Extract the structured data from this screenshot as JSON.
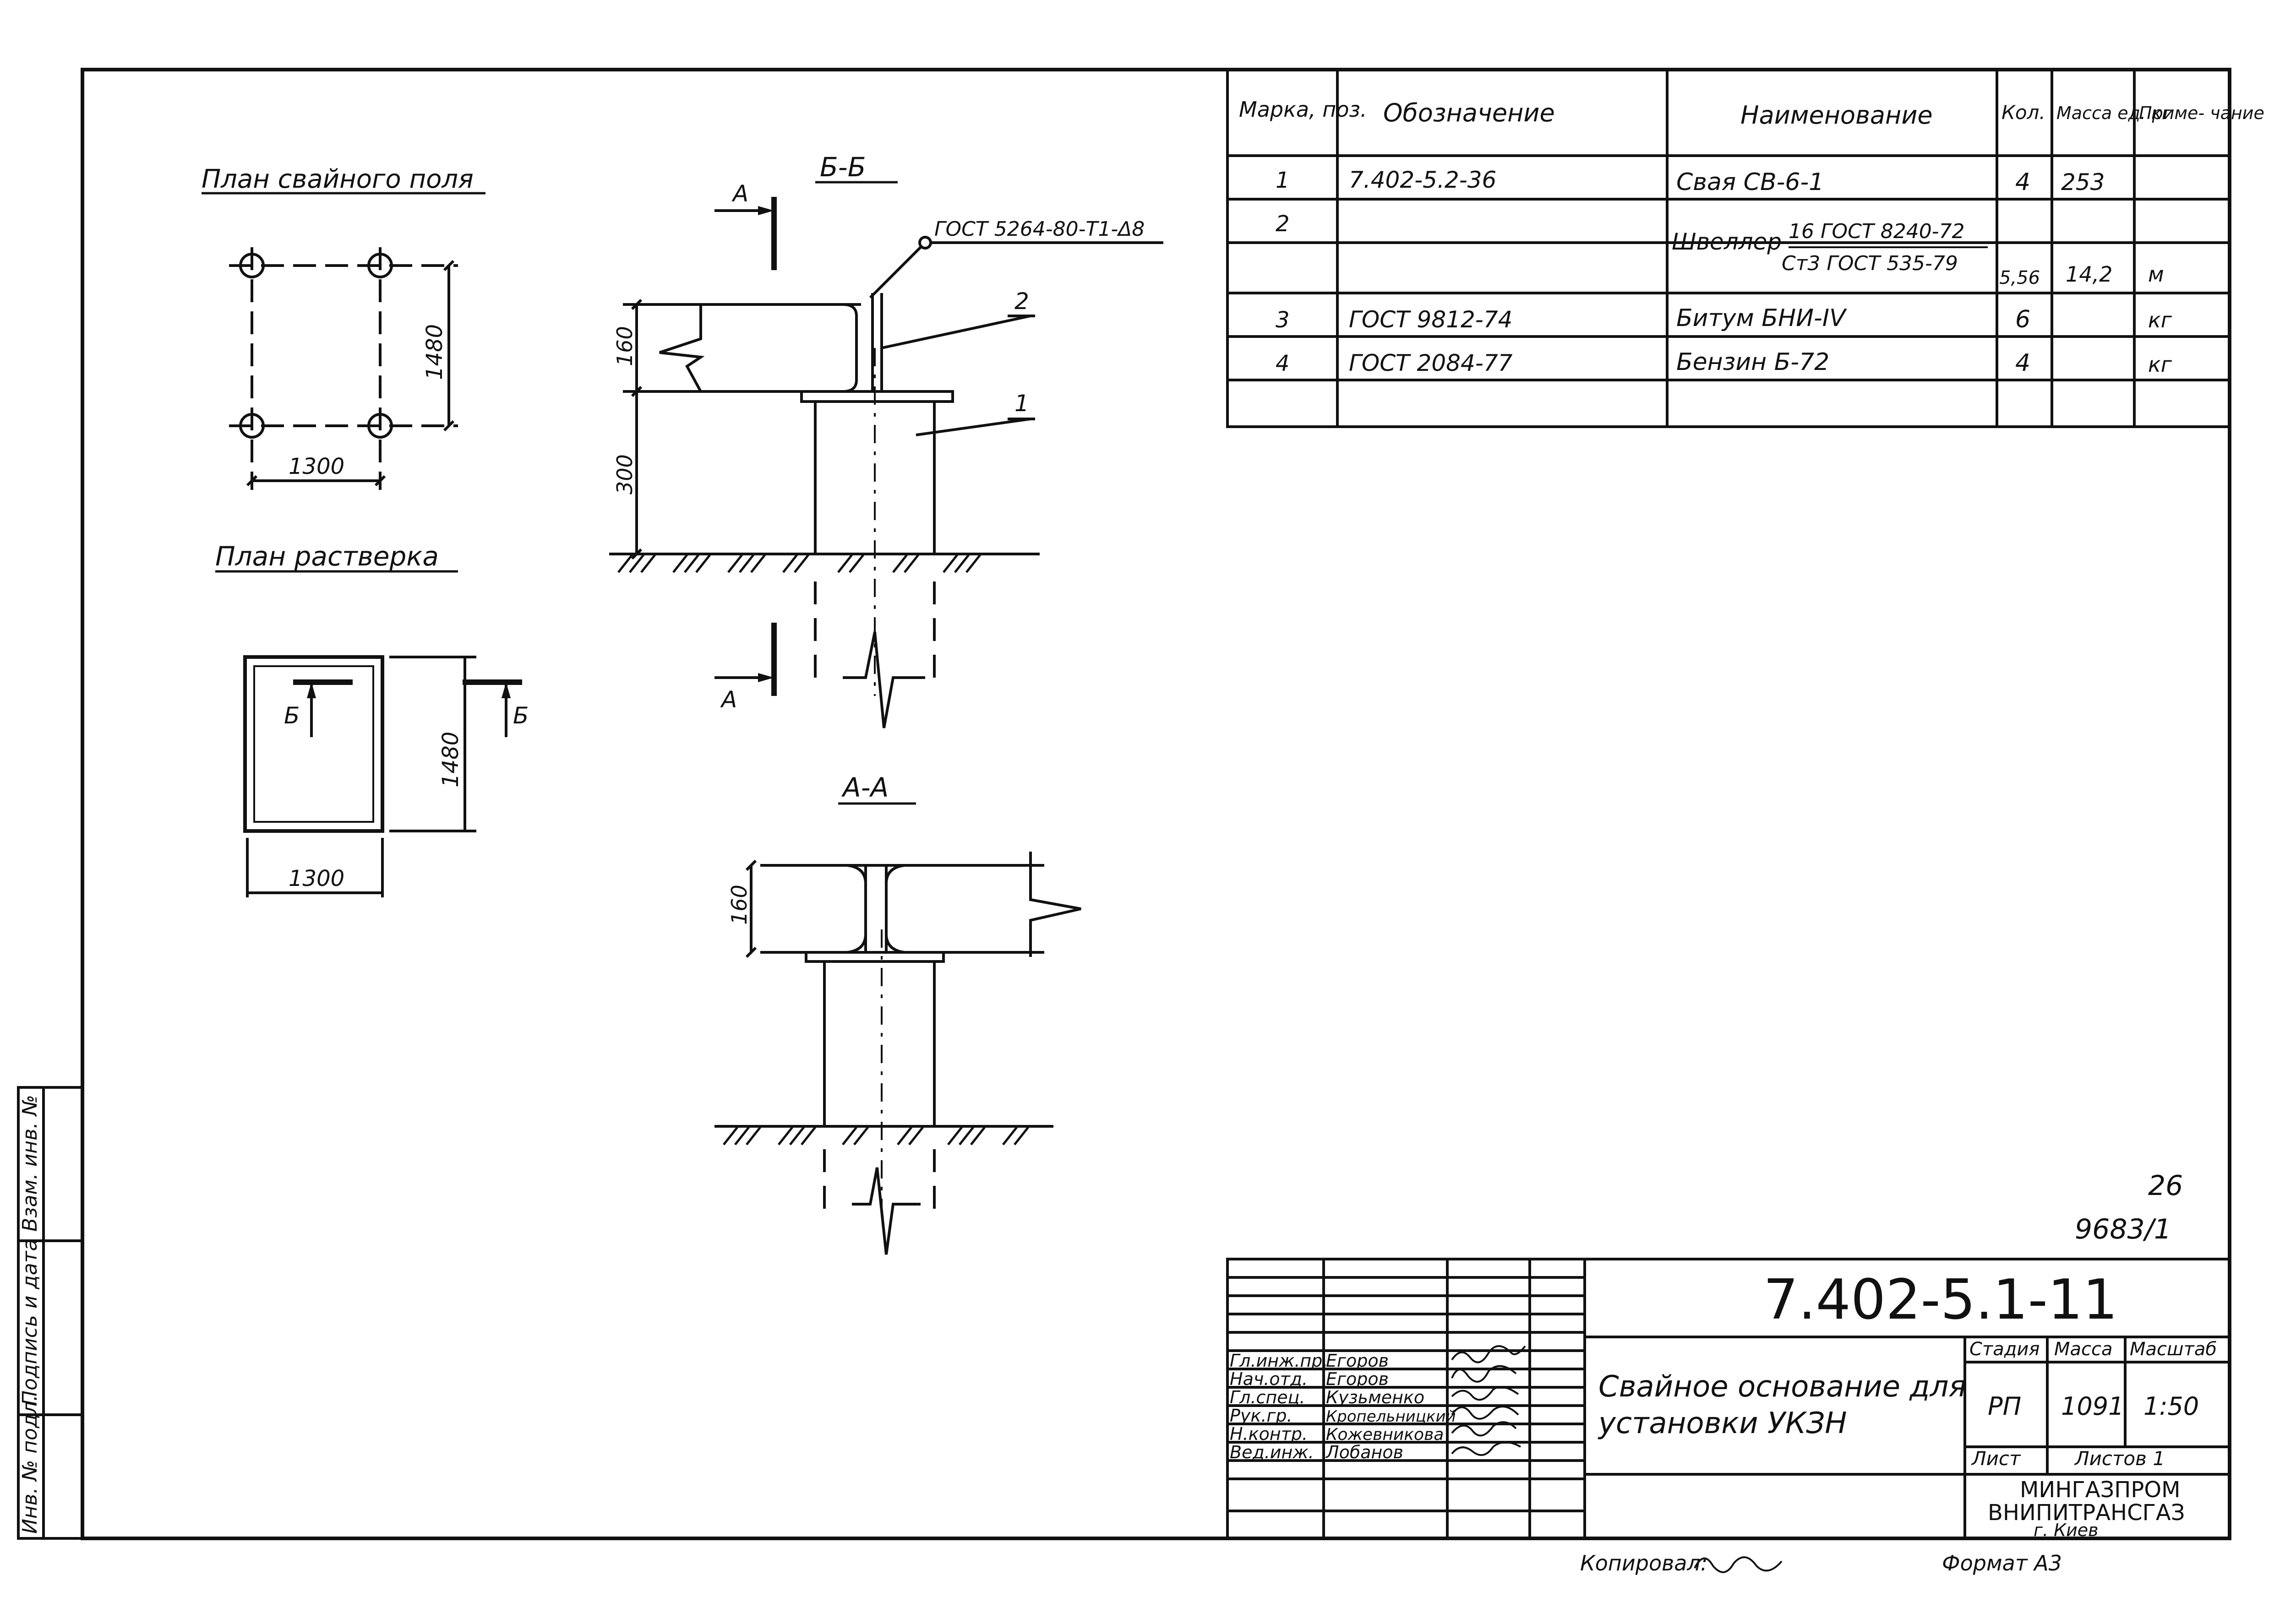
{
  "left_strip": {
    "inv_no_podl": "Инв. № подл.",
    "podpis_i_data": "Подпись и дата",
    "vzam_inv_no": "Взам. инв. №"
  },
  "plan_pile_field": {
    "title": "План свайного поля",
    "dim_width": "1300",
    "dim_height": "1480"
  },
  "plan_grillage": {
    "title": "План растверка",
    "dim_width": "1300",
    "dim_height": "1480",
    "section_mark_left": "Б",
    "section_mark_right": "Б"
  },
  "section_bb": {
    "title": "Б-Б",
    "cut_mark_top": "А",
    "cut_mark_bottom": "А",
    "weld_note": "ГОСТ 5264-80-Т1-Δ8",
    "leader_2": "2",
    "leader_1": "1",
    "dim_160": "160",
    "dim_300": "300"
  },
  "section_aa": {
    "title": "А-А",
    "dim_160": "160"
  },
  "spec_table": {
    "headers": {
      "mark": "Марка, поз.",
      "designation": "Обозначение",
      "name": "Наименование",
      "qty": "Кол.",
      "mass": "Масса ед. кг",
      "note": "Приме- чание"
    },
    "rows": [
      {
        "pos": "1",
        "designation": "7.402-5.2-36",
        "name": "Свая СВ-6-1",
        "qty": "4",
        "mass": "253",
        "note": ""
      },
      {
        "pos": "2",
        "designation": "",
        "name": "Швеллер",
        "name_top": "16 ГОСТ 8240-72",
        "name_bottom": "Ст3 ГОСТ 535-79",
        "qty": "5,56",
        "mass": "14,2",
        "note": "м"
      },
      {
        "pos": "3",
        "designation": "ГОСТ 9812-74",
        "name": "Битум БНИ-IV",
        "qty": "6",
        "mass": "",
        "note": "кг"
      },
      {
        "pos": "4",
        "designation": "ГОСТ 2084-77",
        "name": "Бензин Б-72",
        "qty": "4",
        "mass": "",
        "note": "кг"
      }
    ]
  },
  "page_numbers": {
    "sheet_no": "26",
    "archive_no": "9683/1"
  },
  "title_block": {
    "doc_code": "7.402-5.1-11",
    "title_line1": "Свайное основание для",
    "title_line2": "установки УКЗН",
    "stage_label": "Стадия",
    "mass_label": "Масса",
    "scale_label": "Масштаб",
    "stage_value": "РП",
    "mass_value": "1091",
    "scale_value": "1:50",
    "sheet_label": "Лист",
    "sheets_label": "Листов 1",
    "org_line1": "МИНГАЗПРОМ",
    "org_line2": "ВНИПИТРАНСГАЗ",
    "org_line3": "г. Киев",
    "staff": [
      {
        "role": "Гл.инж.пр.",
        "name": "Егоров"
      },
      {
        "role": "Нач.отд.",
        "name": "Егоров"
      },
      {
        "role": "Гл.спец.",
        "name": "Кузьменко"
      },
      {
        "role": "Рук.гр.",
        "name": "Кропельницкий"
      },
      {
        "role": "Н.контр.",
        "name": "Кожевникова"
      },
      {
        "role": "Вед.инж.",
        "name": "Лобанов"
      }
    ]
  },
  "footer": {
    "copied": "Копировал:",
    "format": "Формат А3"
  }
}
